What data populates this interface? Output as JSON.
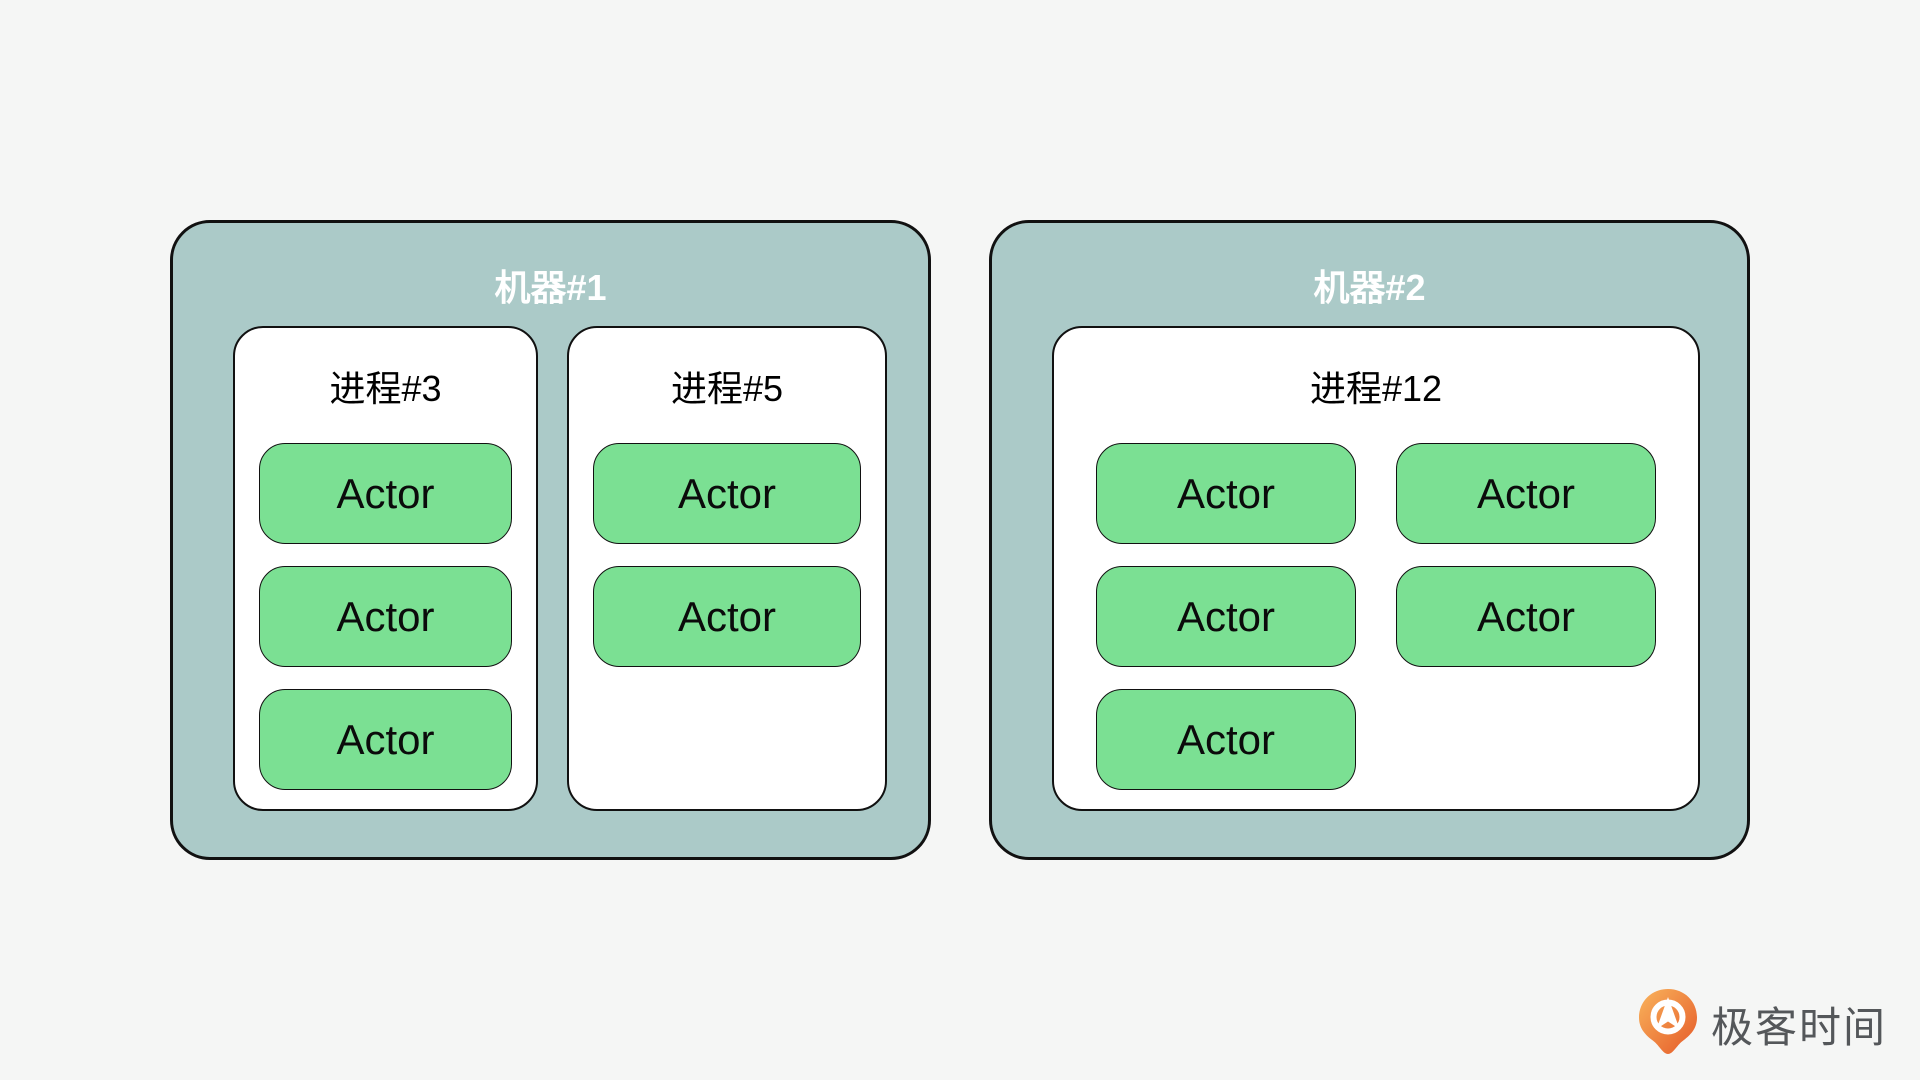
{
  "colors": {
    "canvas_bg": "#F5F6F5",
    "machine_fill": "#ABCAC8",
    "process_fill": "#FFFFFF",
    "actor_fill": "#7BE093",
    "border": "#111111",
    "machine_title_color": "#FFFFFF",
    "process_title_color": "#000000",
    "logo_text_color": "#54575A",
    "logo_orange_start": "#F9B45C",
    "logo_orange_end": "#E55928"
  },
  "machines": [
    {
      "title": "机器#1",
      "processes": [
        {
          "title": "进程#3",
          "actors": [
            "Actor",
            "Actor",
            "Actor"
          ]
        },
        {
          "title": "进程#5",
          "actors": [
            "Actor",
            "Actor"
          ]
        }
      ]
    },
    {
      "title": "机器#2",
      "processes": [
        {
          "title": "进程#12",
          "actors": [
            "Actor",
            "Actor",
            "Actor",
            "Actor",
            "Actor"
          ]
        }
      ]
    }
  ],
  "logo": {
    "text": "极客时间",
    "icon": "geektime-pin-icon"
  }
}
